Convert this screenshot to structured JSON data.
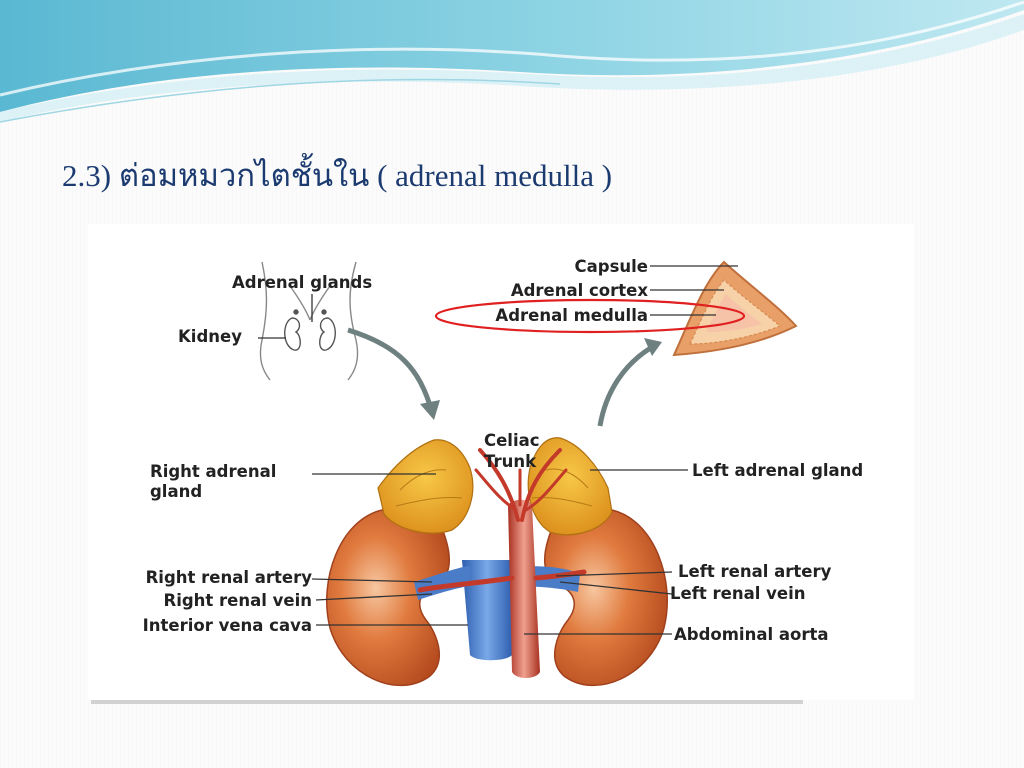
{
  "slide": {
    "title_number": "2.3)",
    "title_thai": "ต่อมหมวกไตชั้นใน",
    "title_english": "( adrenal medulla )"
  },
  "figure": {
    "labels": {
      "adrenal_glands": "Adrenal glands",
      "kidney": "Kidney",
      "capsule": "Capsule",
      "adrenal_cortex": "Adrenal cortex",
      "adrenal_medulla": "Adrenal medulla",
      "celiac_trunk_line1": "Celiac",
      "celiac_trunk_line2": "Trunk",
      "right_adrenal_gland_line1": "Right adrenal",
      "right_adrenal_gland_line2": "gland",
      "left_adrenal_gland": "Left adrenal gland",
      "right_renal_artery": "Right renal artery",
      "right_renal_vein": "Right renal vein",
      "interior_vena_cava": "Interior vena cava",
      "left_renal_artery": "Left renal artery",
      "left_renal_vein": "Left renal vein",
      "abdominal_aorta": "Abdominal aorta"
    },
    "colors": {
      "highlight_ring": "#e02020",
      "kidney": "#d8642e",
      "adrenal_gland": "#e2a028",
      "vena_cava": "#4a7cc8",
      "aorta": "#c43a2a",
      "title_text": "#1a3a70"
    }
  }
}
